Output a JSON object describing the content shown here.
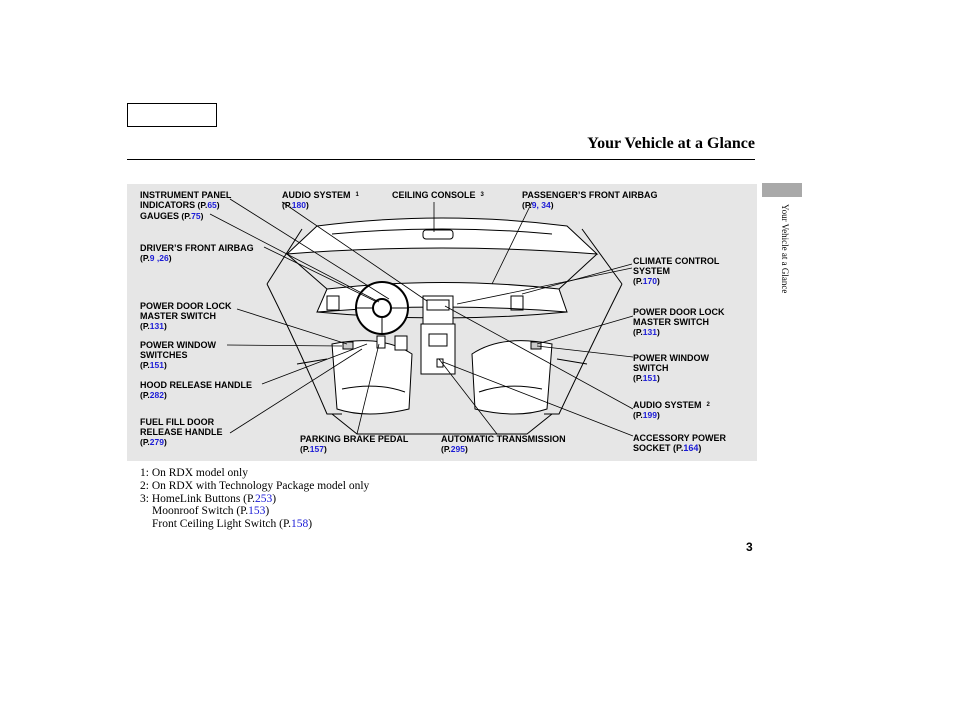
{
  "header": {
    "title": "Your Vehicle at a Glance"
  },
  "side_tab": {
    "text": "Your Vehicle at a Glance"
  },
  "callouts": {
    "instrument_panel": {
      "line1": "INSTRUMENT PANEL",
      "line2": "INDICATORS",
      "ref_open": " (P.",
      "page": "65",
      "ref_close": ")",
      "line3": "GAUGES",
      "ref2_open": " (P.",
      "page2": "75",
      "ref2_close": ")"
    },
    "audio_system_top": {
      "label": "AUDIO SYSTEM",
      "sup": "1",
      "ref_open": "(P.",
      "page": "180",
      "ref_close": ")"
    },
    "ceiling_console": {
      "label": "CEILING CONSOLE",
      "sup": "3"
    },
    "passenger_airbag": {
      "label": "PASSENGER’S FRONT AIRBAG",
      "ref_open": "(P.",
      "page": "9, 34",
      "ref_close": ")"
    },
    "driver_airbag": {
      "label": "DRIVER’S FRONT AIRBAG",
      "ref_open": "(P.",
      "page": "9 ,26",
      "ref_close": ")"
    },
    "climate_control": {
      "line1": "CLIMATE CONTROL",
      "line2": "SYSTEM",
      "ref_open": "(P.",
      "page": "170",
      "ref_close": ")"
    },
    "power_door_lock_left": {
      "line1": "POWER DOOR LOCK",
      "line2": "MASTER SWITCH",
      "ref_open": "(P.",
      "page": "131",
      "ref_close": ")"
    },
    "power_door_lock_right": {
      "line1": "POWER DOOR LOCK",
      "line2": "MASTER SWITCH",
      "ref_open": "(P.",
      "page": "131",
      "ref_close": ")"
    },
    "power_window_left": {
      "line1": "POWER WINDOW",
      "line2": "SWITCHES",
      "ref_open": "(P.",
      "page": "151",
      "ref_close": ")"
    },
    "power_window_right": {
      "line1": "POWER WINDOW",
      "line2": "SWITCH",
      "ref_open": "(P.",
      "page": "151",
      "ref_close": ")"
    },
    "hood_release": {
      "label": "HOOD RELEASE HANDLE",
      "ref_open": "(P.",
      "page": "282",
      "ref_close": ")"
    },
    "audio_system_right": {
      "label": "AUDIO SYSTEM",
      "sup": "2",
      "ref_open": "(P.",
      "page": "199",
      "ref_close": ")"
    },
    "fuel_fill": {
      "line1": "FUEL FILL DOOR",
      "line2": "RELEASE HANDLE",
      "ref_open": "(P.",
      "page": "279",
      "ref_close": ")"
    },
    "parking_brake": {
      "label": "PARKING BRAKE PEDAL",
      "ref_open": "(P.",
      "page": "157",
      "ref_close": ")"
    },
    "auto_trans": {
      "label": "AUTOMATIC TRANSMISSION",
      "ref_open": "(P.",
      "page": "295",
      "ref_close": ")"
    },
    "accessory_power": {
      "line1": "ACCESSORY POWER",
      "line2_text": "SOCKET  (P.",
      "page": "164",
      "ref_close": ")"
    }
  },
  "notes": {
    "n1": "1: On RDX model only",
    "n2": "2: On RDX with Technology Package model only",
    "n3_text": "3: HomeLink Buttons  (P.",
    "n3_page": "253",
    "n3_close": ")",
    "n4_text": "Moonroof Switch (P.",
    "n4_page": "153",
    "n4_close": ")",
    "n5_text": "Front Ceiling Light Switch  (P.",
    "n5_page": "158",
    "n5_close": ")"
  },
  "page_number": "3",
  "colors": {
    "link": "#1a1ad6",
    "panel": "#e6e6e6",
    "tab": "#a9a9a9"
  }
}
